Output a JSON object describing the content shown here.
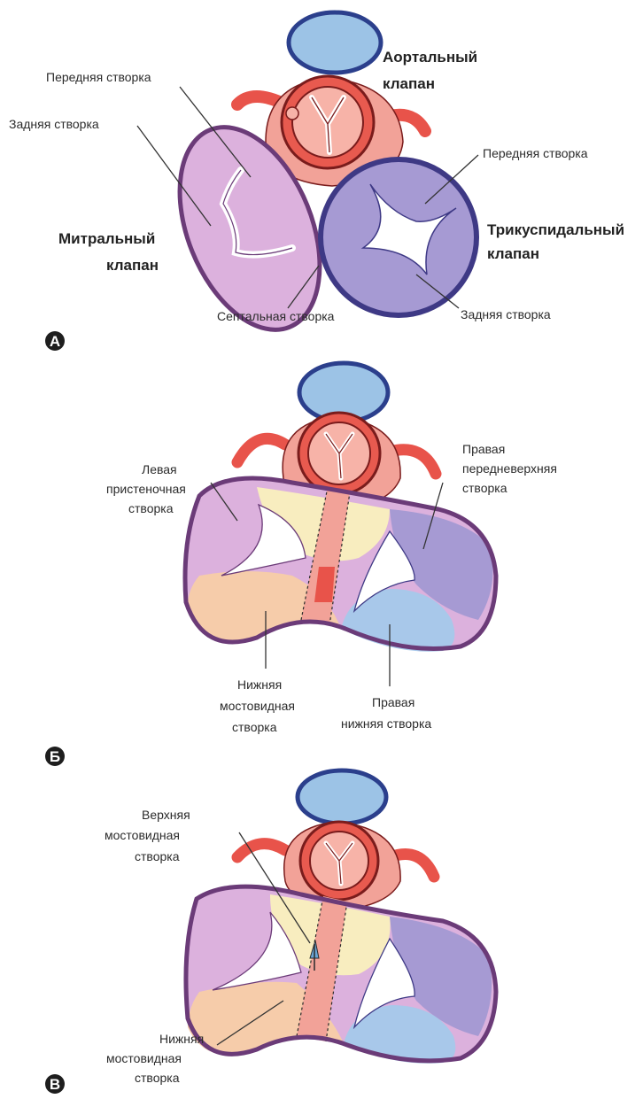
{
  "colors": {
    "pulmonary": "#9cc3e6",
    "pulmonary_stroke": "#2b3f8c",
    "aorta_ring": "#e85a4f",
    "aorta_inner": "#f7b3a8",
    "aorta_stroke": "#7a1c1c",
    "septum": "#f2a298",
    "mitral_fill": "#dcb1dd",
    "mitral_stroke": "#6b3b78",
    "tricuspid_fill": "#a69ad3",
    "tricuspid_stroke": "#3e3985",
    "bridging_yellow": "#f8edbf",
    "inferior_peach": "#f6ccaa",
    "right_inferior_blue": "#a8c8ea",
    "septal_red": "#e8534a",
    "letter_bg": "#1e1e1e"
  },
  "panel_a": {
    "letter": "А",
    "mitral_anterior": "Передняя створка",
    "mitral_posterior": "Задняя створка",
    "aortic_valve_line1": "Аортальный",
    "aortic_valve_line2": "клапан",
    "mitral_valve_line1": "Митральный",
    "mitral_valve_line2": "клапан",
    "tricuspid_anterior": "Передняя створка",
    "tricuspid_valve_line1": "Трикуспидальный",
    "tricuspid_valve_line2": "клапан",
    "septal_leaflet": "Септальная створка",
    "tricuspid_posterior": "Задняя створка"
  },
  "panel_b": {
    "letter": "Б",
    "left_mural_line1": "Левая",
    "left_mural_line2": "пристеночная",
    "left_mural_line3": "створка",
    "right_ant_sup_line1": "Правая",
    "right_ant_sup_line2": "передневерхняя",
    "right_ant_sup_line3": "створка",
    "inferior_bridging_line1": "Нижняя",
    "inferior_bridging_line2": "мостовидная",
    "inferior_bridging_line3": "створка",
    "right_inferior_line1": "Правая",
    "right_inferior_line2": "нижняя створка"
  },
  "panel_c": {
    "letter": "В",
    "superior_bridging_line1": "Верхняя",
    "superior_bridging_line2": "мостовидная",
    "superior_bridging_line3": "створка",
    "inferior_bridging_line1": "Нижняя",
    "inferior_bridging_line2": "мостовидная",
    "inferior_bridging_line3": "створка"
  }
}
